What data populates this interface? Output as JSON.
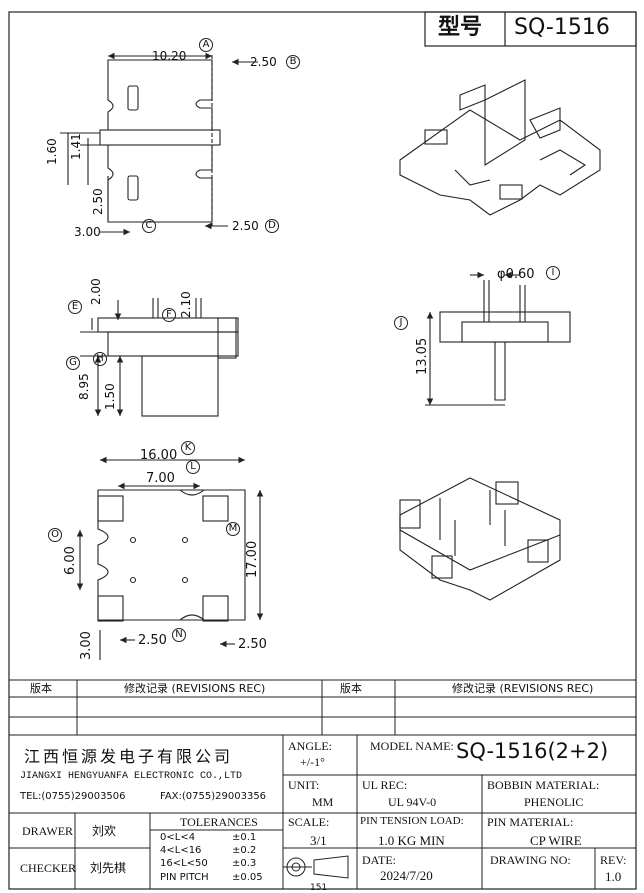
{
  "header": {
    "model_label": "型号",
    "model_value": "SQ-1516"
  },
  "views": {
    "top": {
      "dims": [
        "10.20",
        "2.50",
        "1.60",
        "1.41",
        "2.50",
        "3.00",
        "2.50"
      ],
      "markers": [
        "A",
        "B",
        "C",
        "D"
      ]
    },
    "side": {
      "dims": [
        "2.00",
        "2.10",
        "8.95",
        "1.50"
      ],
      "markers": [
        "E",
        "F",
        "G",
        "H"
      ]
    },
    "end": {
      "dims": [
        "φ0.60",
        "13.05"
      ],
      "markers": [
        "I",
        "J"
      ]
    },
    "bottom": {
      "dims": [
        "16.00",
        "7.00",
        "6.00",
        "17.00",
        "3.00",
        "2.50",
        "2.50"
      ],
      "markers": [
        "K",
        "L",
        "M",
        "N",
        "O"
      ]
    }
  },
  "revisions": {
    "col1": "版本",
    "col2": "修改记录 (REVISIONS REC)",
    "col3": "版本",
    "col4": "修改记录 (REVISIONS REC)"
  },
  "title_block": {
    "company_cn": "江西恒源发电子有限公司",
    "company_en": "JIANGXI HENGYUANFA ELECTRONIC CO.,LTD",
    "tel": "TEL:(0755)29003506",
    "fax": "FAX:(0755)29003356",
    "angle_label": "ANGLE:",
    "angle_value": "+/-1°",
    "model_name_label": "MODEL NAME:",
    "model_name_value": "SQ-1516(2+2)",
    "unit_label": "UNIT:",
    "unit_value": "MM",
    "ul_label": "UL REC:",
    "ul_value": "UL 94V-0",
    "bobbin_label": "BOBBIN MATERIAL:",
    "bobbin_value": "PHENOLIC",
    "drawer_label": "DRAWER",
    "drawer_value": "刘欢",
    "checker_label": "CHECKER",
    "checker_value": "刘先棋",
    "tolerances_label": "TOLERANCES",
    "tolerances": [
      {
        "range": "0<L<4",
        "tol": "±0.1"
      },
      {
        "range": "4<L<16",
        "tol": "±0.2"
      },
      {
        "range": "16<L<50",
        "tol": "±0.3"
      },
      {
        "range": "PIN PITCH",
        "tol": "±0.05"
      }
    ],
    "scale_label": "SCALE:",
    "scale_value": "3/1",
    "pin_tension_label": "PIN TENSION LOAD:",
    "pin_tension_value": "1.0 KG MIN",
    "pin_material_label": "PIN MATERIAL:",
    "pin_material_value": "CP WIRE",
    "date_label": "DATE:",
    "date_value": "2024/7/20",
    "drawing_no_label": "DRAWING NO:",
    "drawing_no_value": "",
    "rev_label": "REV:",
    "rev_value": "1.0",
    "footer_number": "151"
  }
}
